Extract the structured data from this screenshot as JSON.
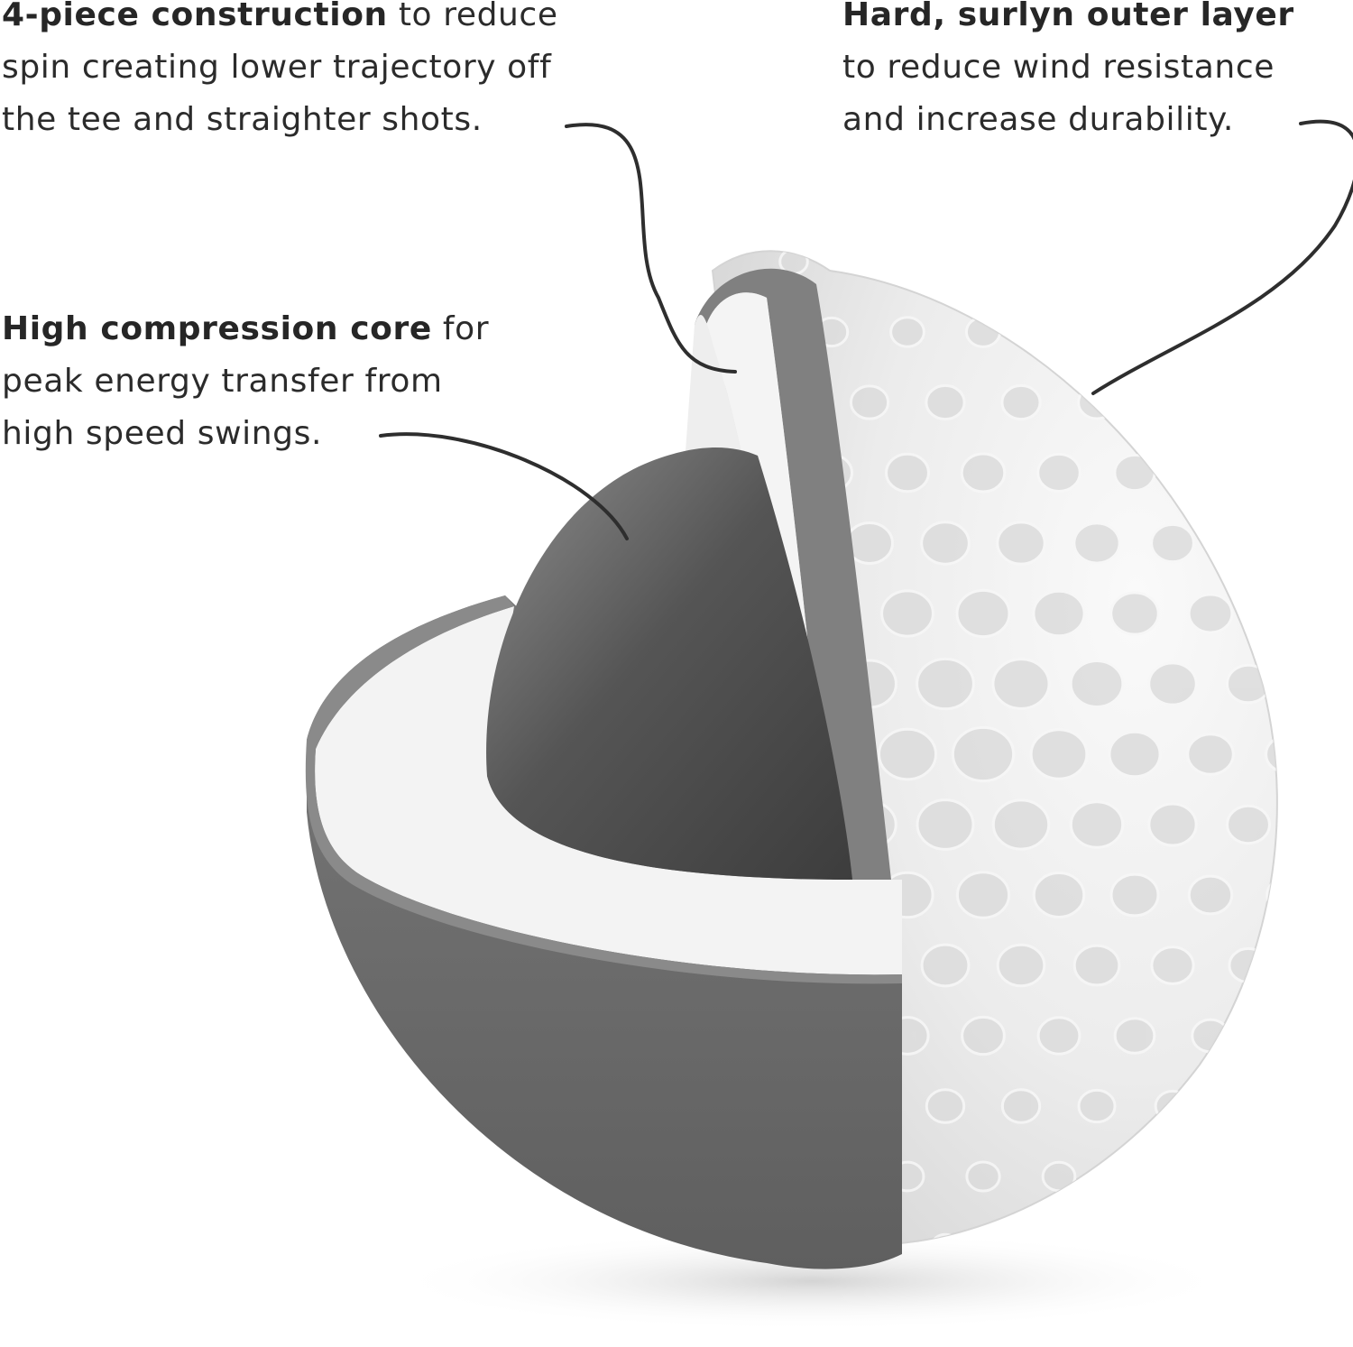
{
  "callouts": {
    "construction": {
      "bold": "4-piece construction",
      "rest": " to reduce",
      "line2": "spin creating lower trajectory off",
      "line3": "the tee and straighter shots."
    },
    "outer_layer": {
      "bold": "Hard, surlyn outer layer",
      "line2": "to reduce wind resistance",
      "line3": "and increase durability."
    },
    "core": {
      "bold": "High compression core",
      "rest": " for",
      "line2": "peak energy transfer from",
      "line3": "high speed swings."
    }
  },
  "colors": {
    "text": "#2b2b2b",
    "leader_line": "#2e2e2e",
    "core": "#4a4a4a",
    "mantle": "#f2f2f2",
    "lower_hemisphere": "#6e6e6e",
    "cover": "#ededed",
    "dimple": "#dcdcdc"
  }
}
